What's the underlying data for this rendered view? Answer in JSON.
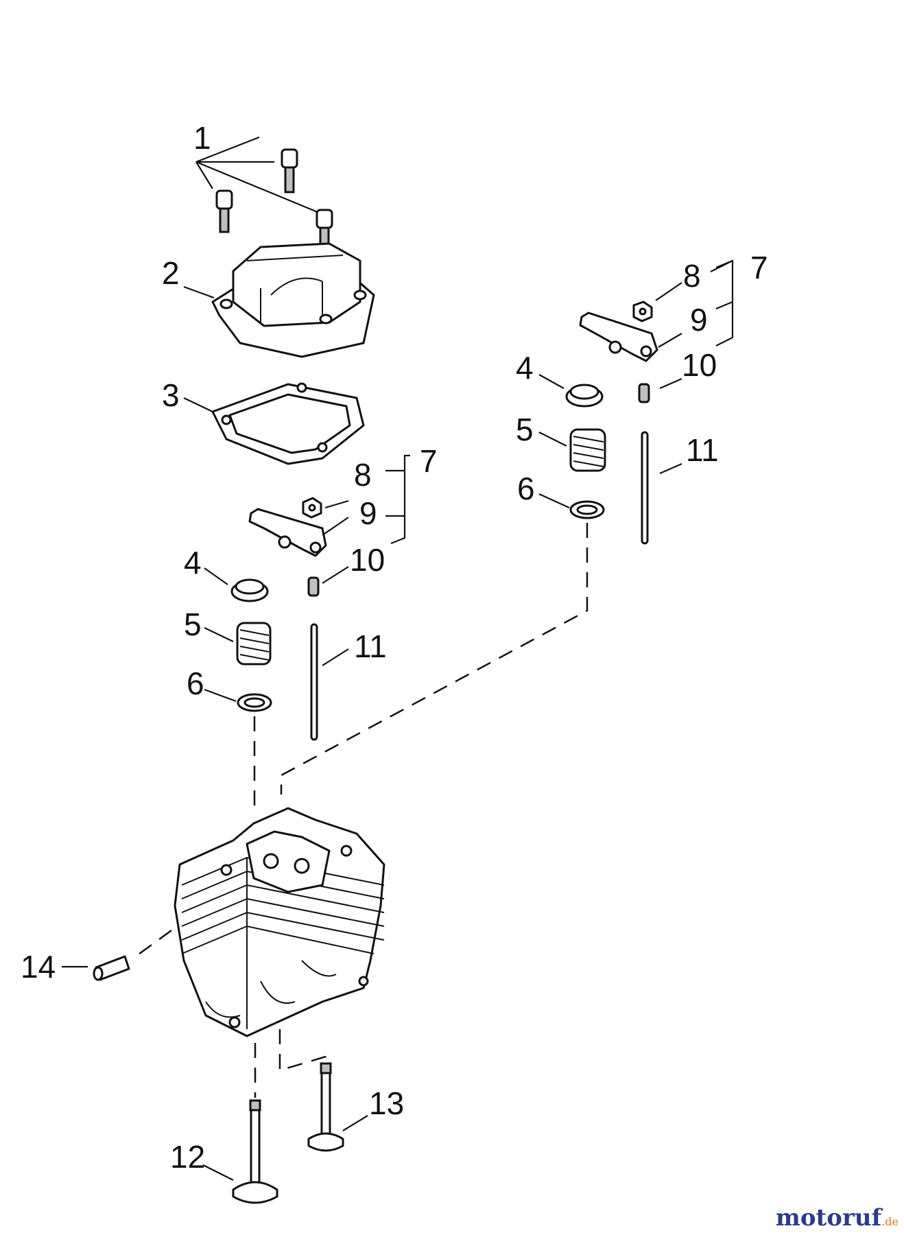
{
  "diagram": {
    "callouts": {
      "c1": "1",
      "c2": "2",
      "c3": "3",
      "c4a": "4",
      "c5a": "5",
      "c6a": "6",
      "c7a": "7",
      "c8a": "8",
      "c9a": "9",
      "c10a": "10",
      "c11a": "11",
      "c4b": "4",
      "c5b": "5",
      "c6b": "6",
      "c7b": "7",
      "c8b": "8",
      "c9b": "9",
      "c10b": "10",
      "c11b": "11",
      "c12": "12",
      "c13": "13",
      "c14": "14"
    },
    "watermark": {
      "main": "motoruf",
      "suffix": ".de"
    },
    "colors": {
      "line": "#111111",
      "shade": "#bfbfbf",
      "wm_blue": "#2a3a8c",
      "wm_orange": "#e07a1f"
    }
  }
}
